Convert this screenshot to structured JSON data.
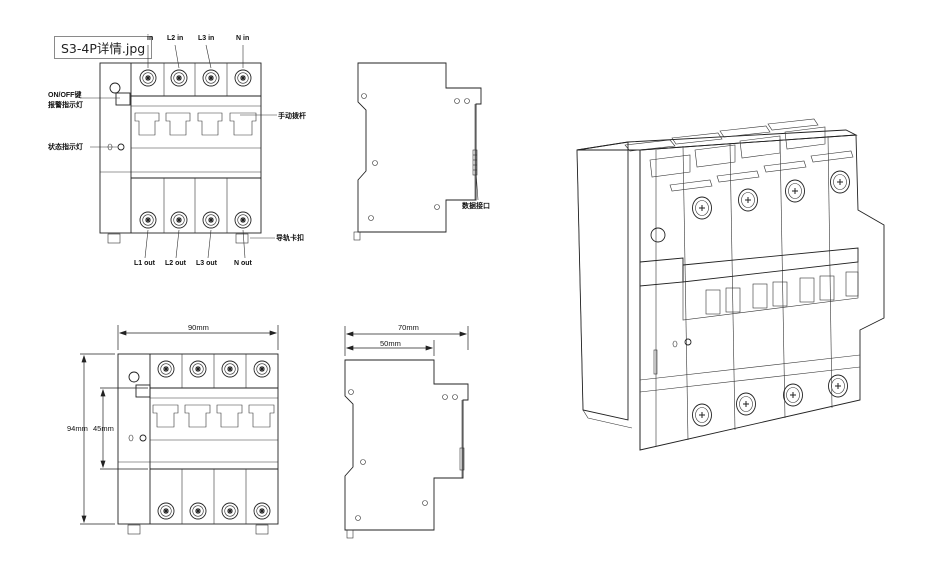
{
  "file_label": "S3-4P详情.jpg",
  "top_view": {
    "terminals_in": [
      "in",
      "L2 in",
      "L3 in",
      "N in"
    ],
    "terminals_out": [
      "L1 out",
      "L2 out",
      "L3 out",
      "N out"
    ],
    "callouts": {
      "onoff_line1": "ON/OFF键",
      "onoff_line2": "报警指示灯",
      "status_led": "状态指示灯",
      "handle": "手动拨杆",
      "data_port": "数据接口",
      "rail_clip": "导轨卡扣"
    }
  },
  "dimensions": {
    "width": "90mm",
    "height_outer": "94mm",
    "height_inner": "45mm",
    "depth_total": "70mm",
    "depth_inner": "50mm"
  }
}
